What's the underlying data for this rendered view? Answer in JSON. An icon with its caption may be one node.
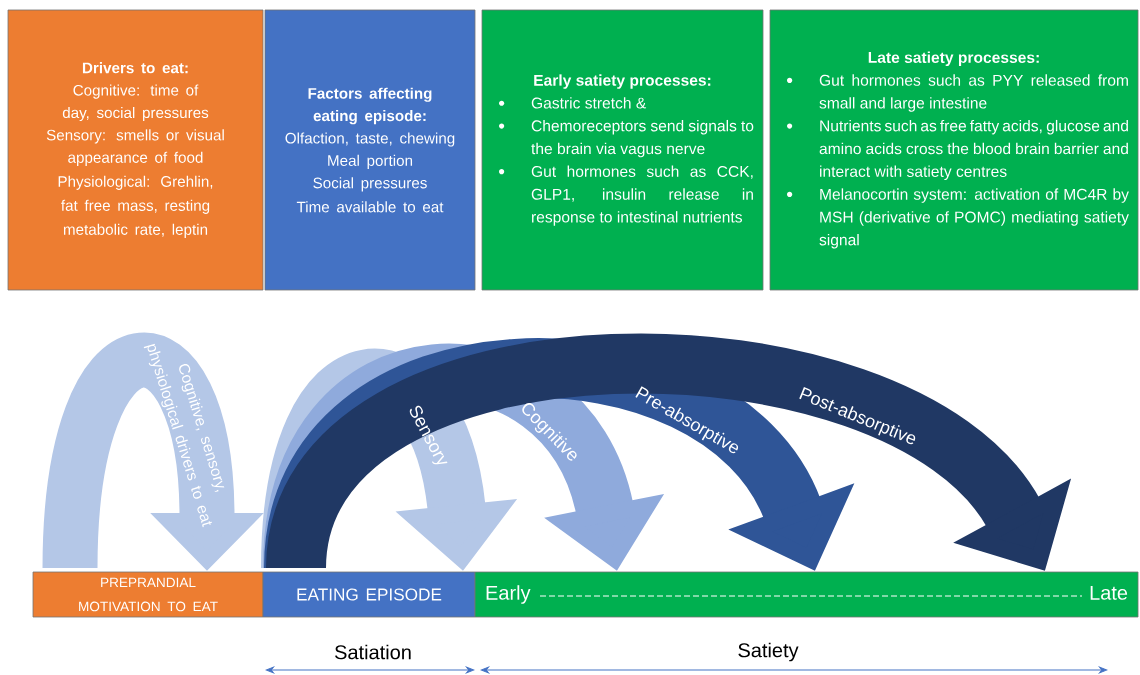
{
  "diagram": {
    "nodes": [
      {
        "text": [
          "Drivers to eat:",
          "Cognitive: time of day, social pressures",
          "Sensory: smells or visual appearance of food",
          "Physiological:  Grehlin, fat free mass, resting metabolic rate, leptin"
        ]
      },
      {
        "text": [
          "Factors affecting eating episode:",
          "Olfaction, taste, chewing",
          "Meal portion",
          "Social pressures",
          "Time available to eat"
        ]
      },
      {
        "text": [
          "Early satiety processes:",
          "Gastric stretch &",
          "Chemoreceptors send signals to the brain via vagus nerve",
          "Gut hormones such as CCK, GLP1, insulin release in response to intestinal nutrients"
        ]
      },
      {
        "text": [
          "Late satiety processes:",
          "Gut hormones such as PYY released from small and large intestine",
          "Nutrients such as free fatty acids, glucose and amino acids cross the blood brain barrier and interact with satiety centres",
          "Melanocortin system: activation of MC4R by MSH (derivative of POMC) mediating satiety signal"
        ]
      },
      {
        "text": [
          "PREPRANDIAL MOTIVATION TO EAT"
        ]
      },
      {
        "text": [
          "EATING EPISODE"
        ]
      },
      {
        "text": [
          "Early",
          "Late"
        ]
      }
    ],
    "edges": [
      {
        "from": 4,
        "to": 4,
        "arrow": "to",
        "label": "Cognitive, sensory, physiological drivers to eat",
        "color": "#b4c7e7"
      },
      {
        "from": 5,
        "to": 5,
        "arrow": "to",
        "label": "Sensory",
        "color": "#b4c7e7"
      },
      {
        "from": 5,
        "to": 6,
        "arrow": "to",
        "label": "Cognitive",
        "color": "#8faadc"
      },
      {
        "from": 5,
        "to": 6,
        "arrow": "to",
        "label": "Pre-absorptive",
        "color": "#2f5597"
      },
      {
        "from": 5,
        "to": 6,
        "arrow": "to",
        "label": "Post-absorptive",
        "color": "#203864"
      }
    ],
    "labels": [
      "Satiation",
      "Satiety"
    ]
  }
}
